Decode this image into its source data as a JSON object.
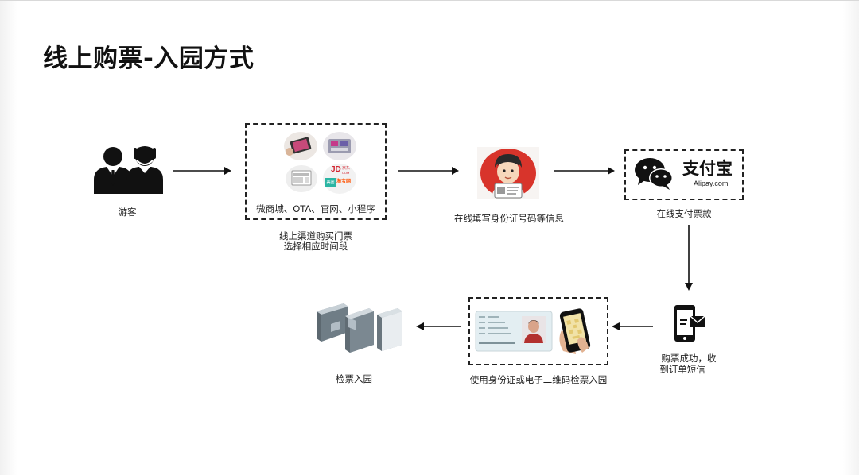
{
  "title": "线上购票-入园方式",
  "steps": {
    "visitor": {
      "label": "游客",
      "icon": "visitors-icon"
    },
    "channels": {
      "inner_label": "微商城、OTA、官网、小程序",
      "caption_line1": "线上渠道购买门票",
      "caption_line2": "选择相应时间段",
      "logos": {
        "jd_line1": "JD",
        "jd_line2": "京东",
        "jd_line3": "COM",
        "meituan": "美团",
        "taobao": "淘宝网"
      }
    },
    "fill_info": {
      "label": "在线填写身份证号码等信息",
      "icon": "person-with-id-icon"
    },
    "pay": {
      "label": "在线支付票款",
      "alipay_text": "支付宝",
      "alipay_domain": "Alipay.com",
      "icon": "wechat-icon"
    },
    "success": {
      "label_line1": "购票成功，收",
      "label_line2": "到订单短信",
      "icon": "sms-phone-icon"
    },
    "verify": {
      "label": "使用身份证或电子二维码检票入园",
      "icon": "id-card-qrcode-icon"
    },
    "enter": {
      "label": "检票入园",
      "icon": "turnstile-gates-icon"
    }
  }
}
